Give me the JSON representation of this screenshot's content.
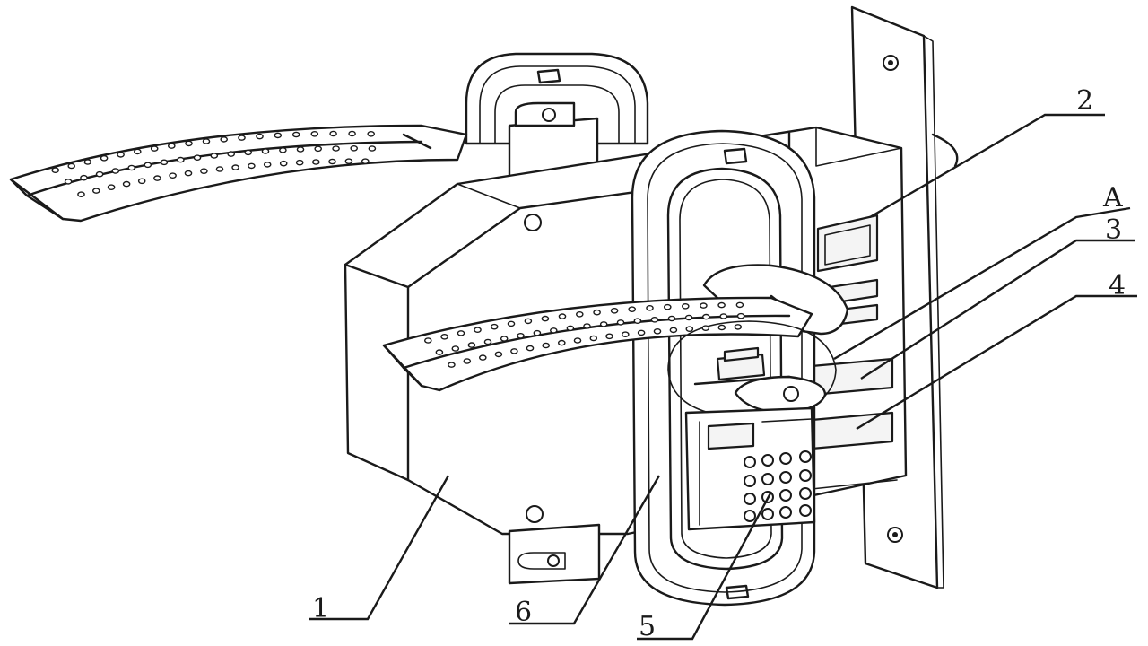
{
  "callouts": [
    {
      "id": "callout-1",
      "text": "1"
    },
    {
      "id": "callout-2",
      "text": "2"
    },
    {
      "id": "callout-A",
      "text": "A"
    },
    {
      "id": "callout-3",
      "text": "3"
    },
    {
      "id": "callout-4",
      "text": "4"
    },
    {
      "id": "callout-5",
      "text": "5"
    },
    {
      "id": "callout-6",
      "text": "6"
    }
  ]
}
